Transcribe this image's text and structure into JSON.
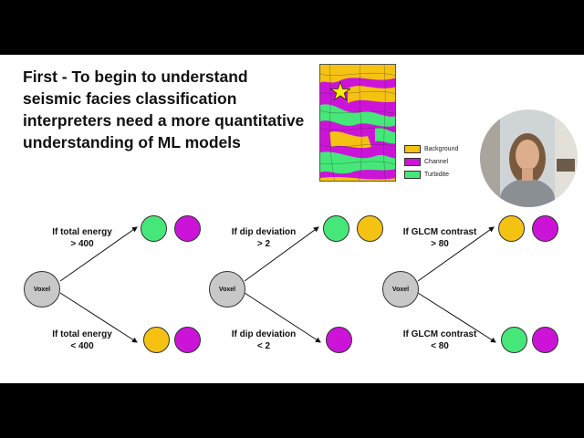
{
  "slide": {
    "title": "First - To begin to understand seismic facies classification interpreters need a more quantitative understanding of ML models"
  },
  "legend": {
    "items": [
      {
        "label": "Background",
        "color": "#f5c211"
      },
      {
        "label": "Channel",
        "color": "#cc14d8"
      },
      {
        "label": "Turbidite",
        "color": "#45e878"
      }
    ]
  },
  "colors": {
    "background": "#f5c211",
    "channel": "#cc14d8",
    "turbidite": "#45e878",
    "voxel": "#c8c8c8"
  },
  "trees": [
    {
      "root": "Voxel",
      "upper": {
        "line1": "If total energy",
        "line2": "> 400",
        "outcomes": [
          "turbidite",
          "channel"
        ]
      },
      "lower": {
        "line1": "If total energy",
        "line2": "< 400",
        "outcomes": [
          "background",
          "channel"
        ]
      }
    },
    {
      "root": "Voxel",
      "upper": {
        "line1": "If dip deviation",
        "line2": "> 2",
        "outcomes": [
          "turbidite",
          "background"
        ]
      },
      "lower": {
        "line1": "If dip deviation",
        "line2": "< 2",
        "outcomes": [
          "channel"
        ]
      }
    },
    {
      "root": "Voxel",
      "upper": {
        "line1": "If GLCM contrast",
        "line2": "> 80",
        "outcomes": [
          "background",
          "channel"
        ]
      },
      "lower": {
        "line1": "If GLCM contrast",
        "line2": "< 80",
        "outcomes": [
          "turbidite",
          "channel"
        ]
      }
    }
  ]
}
